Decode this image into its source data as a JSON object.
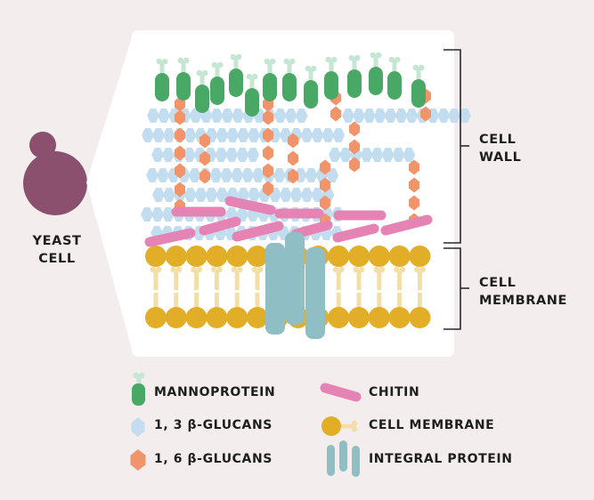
{
  "title": "Yeast cell wall and membrane structure",
  "yeast": {
    "label_line1": "YEAST",
    "label_line2": "CELL"
  },
  "brackets": {
    "cell_wall": {
      "line1": "CELL",
      "line2": "WALL"
    },
    "cell_membrane": {
      "line1": "CELL",
      "line2": "MEMBRANE"
    }
  },
  "legend": [
    {
      "icon": "mannoprotein-icon",
      "label": "MANNOPROTEIN"
    },
    {
      "icon": "beta-1-3-glucan-icon",
      "label": "1, 3 β-GLUCANS"
    },
    {
      "icon": "beta-1-6-glucan-icon",
      "label": "1, 6 β-GLUCANS"
    },
    {
      "icon": "chitin-icon",
      "label": "CHITIN"
    },
    {
      "icon": "phospholipid-icon",
      "label": "CELL MEMBRANE"
    },
    {
      "icon": "integral-protein-icon",
      "label": "INTEGRAL PROTEIN"
    }
  ],
  "colors": {
    "background": "#f3eded",
    "panel": "#ffffff",
    "yeast": "#8a506e",
    "mannoprotein": "#4aa866",
    "mannose_head": "#c6e6d4",
    "glucan_1_3": "#c3ddf0",
    "glucan_1_6": "#f29469",
    "chitin": "#e583b5",
    "lipid_head": "#e2ae28",
    "lipid_tail": "#f3dea6",
    "integral_protein": "#8fbfc4",
    "text": "#1e1e1e",
    "bracket": "#2a2a2a"
  }
}
